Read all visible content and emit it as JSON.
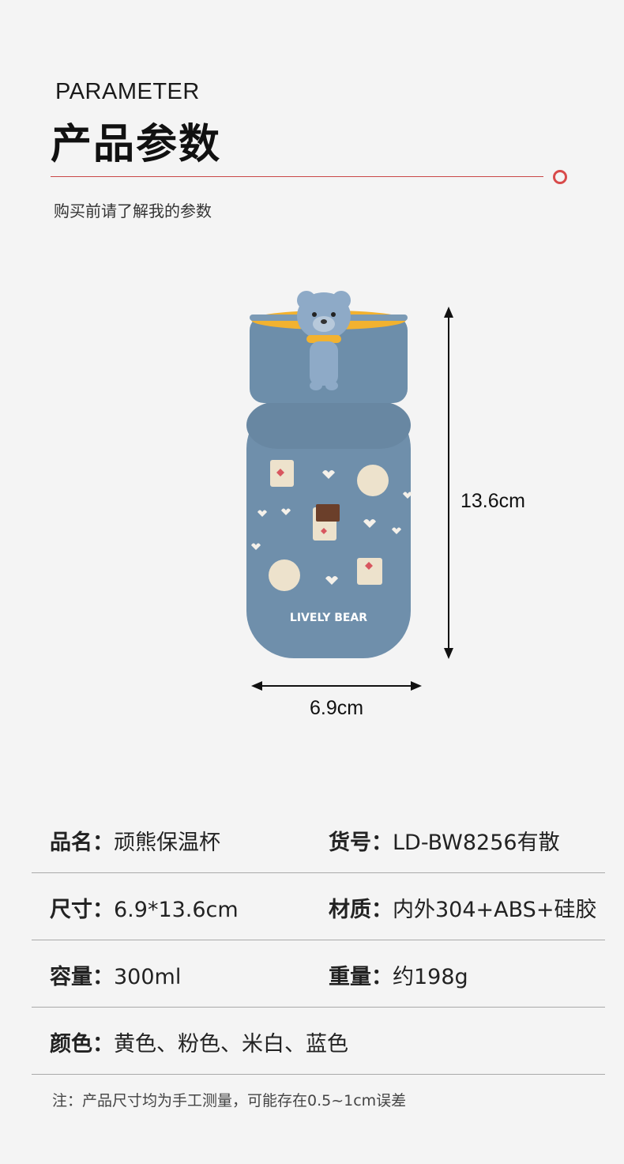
{
  "header": {
    "en_title": "PARAMETER",
    "cn_title": "产品参数",
    "subtitle": "购买前请了解我的参数",
    "accent_color": "#d84a4a"
  },
  "product": {
    "brand_text": "LIVELY BEAR",
    "height_label": "13.6cm",
    "width_label": "6.9cm",
    "body_color": "#6f8fab",
    "lid_inner_color": "#f2b230"
  },
  "params": {
    "rows": [
      [
        {
          "key": "品名：",
          "value": "顽熊保温杯"
        },
        {
          "key": "货号：",
          "value": "LD-BW8256有散"
        }
      ],
      [
        {
          "key": "尺寸：",
          "value": "6.9*13.6cm"
        },
        {
          "key": "材质：",
          "value": "内外304+ABS+硅胶"
        }
      ],
      [
        {
          "key": "容量：",
          "value": "300ml"
        },
        {
          "key": "重量：",
          "value": "约198g"
        }
      ],
      [
        {
          "key": "颜色：",
          "value": "黄色、粉色、米白、蓝色"
        }
      ]
    ]
  },
  "footnote": "注：产品尺寸均为手工测量，可能存在0.5~1cm误差"
}
